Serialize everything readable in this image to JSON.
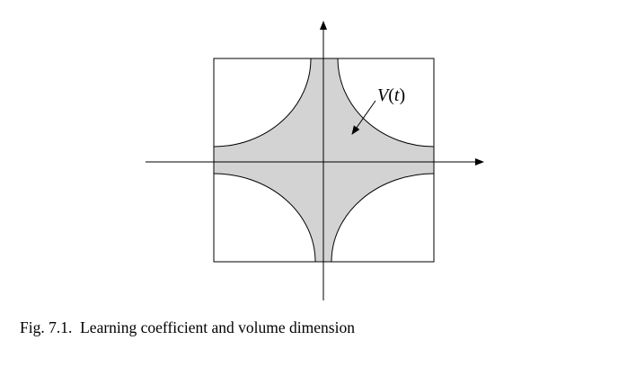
{
  "figure": {
    "region_label_v": "V",
    "region_label_open": "(",
    "region_label_t": "t",
    "region_label_close": ")"
  },
  "caption": {
    "number": "Fig. 7.1.",
    "text": "Learning coefficient and volume dimension"
  },
  "colors": {
    "region_fill": "#d3d3d3",
    "stroke": "#000000",
    "background": "#ffffff"
  }
}
